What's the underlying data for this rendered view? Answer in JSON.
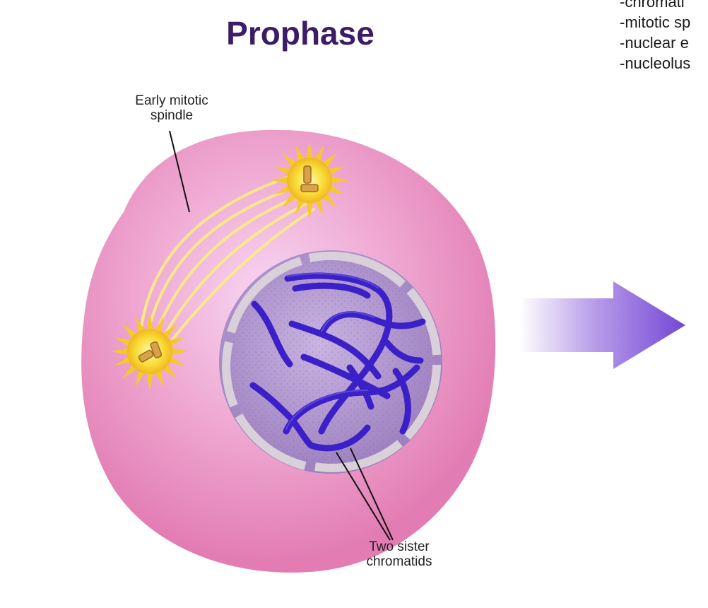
{
  "title": "Prophase",
  "labels": {
    "spindle": [
      "Early mitotic",
      "spindle"
    ],
    "chromatids": [
      "Two sister",
      "chromatids"
    ]
  },
  "notes": [
    "-chromati",
    "-mitotic sp",
    "-nuclear e",
    "-nucleolus"
  ],
  "colors": {
    "title": "#3c1c66",
    "cytoplasm": "#e586b9",
    "nucleus": "#a58bc4",
    "chromosome": "#3a1fc9",
    "spindle": "#f3e07a",
    "centrosome": "#f7d21f",
    "arrow": "#7a52d9"
  }
}
